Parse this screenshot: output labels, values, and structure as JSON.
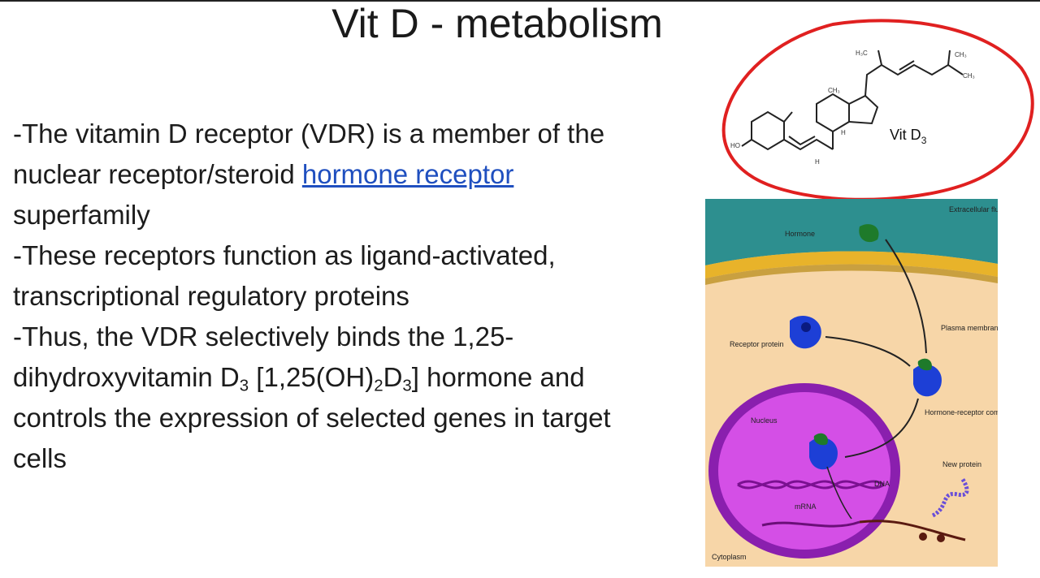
{
  "slide": {
    "title": "Vit D - metabolism",
    "bullets": {
      "b1_pre": "-The vitamin D receptor (VDR) is a member of the nuclear receptor/steroid ",
      "b1_link": "hormone receptor",
      "b1_post": " superfamily",
      "b2": "-These receptors function as ligand-activated, transcriptional regulatory proteins",
      "b3_pre": "-Thus, the VDR selectively binds the 1,25-dihydroxyvitamin D",
      "b3_sub1": "3",
      "b3_mid1": " [1,25(OH)",
      "b3_sub2": "2",
      "b3_mid2": "D",
      "b3_sub3": "3",
      "b3_post": "] hormone and controls the expression of selected genes in target cells"
    }
  },
  "molecule": {
    "label": "Vit D",
    "label_sub": "3",
    "circle_color": "#e02020"
  },
  "figure": {
    "labels": {
      "extracellular": "Extracellular fluid",
      "hormone": "Hormone",
      "plasma_membrane": "Plasma membrane",
      "receptor_protein": "Receptor protein",
      "complex": "Hormone-receptor complex",
      "nucleus": "Nucleus",
      "dna": "DNA",
      "mrna": "mRNA",
      "new_protein": "New protein",
      "cytoplasm": "Cytoplasm"
    },
    "colors": {
      "extracellular": "#2d8f8f",
      "membrane": "#e8b32a",
      "cytoplasm": "#f7d6a8",
      "nucleus": "#b02fd0",
      "receptor": "#1d3fd6",
      "hormone": "#1e7a2a"
    }
  }
}
